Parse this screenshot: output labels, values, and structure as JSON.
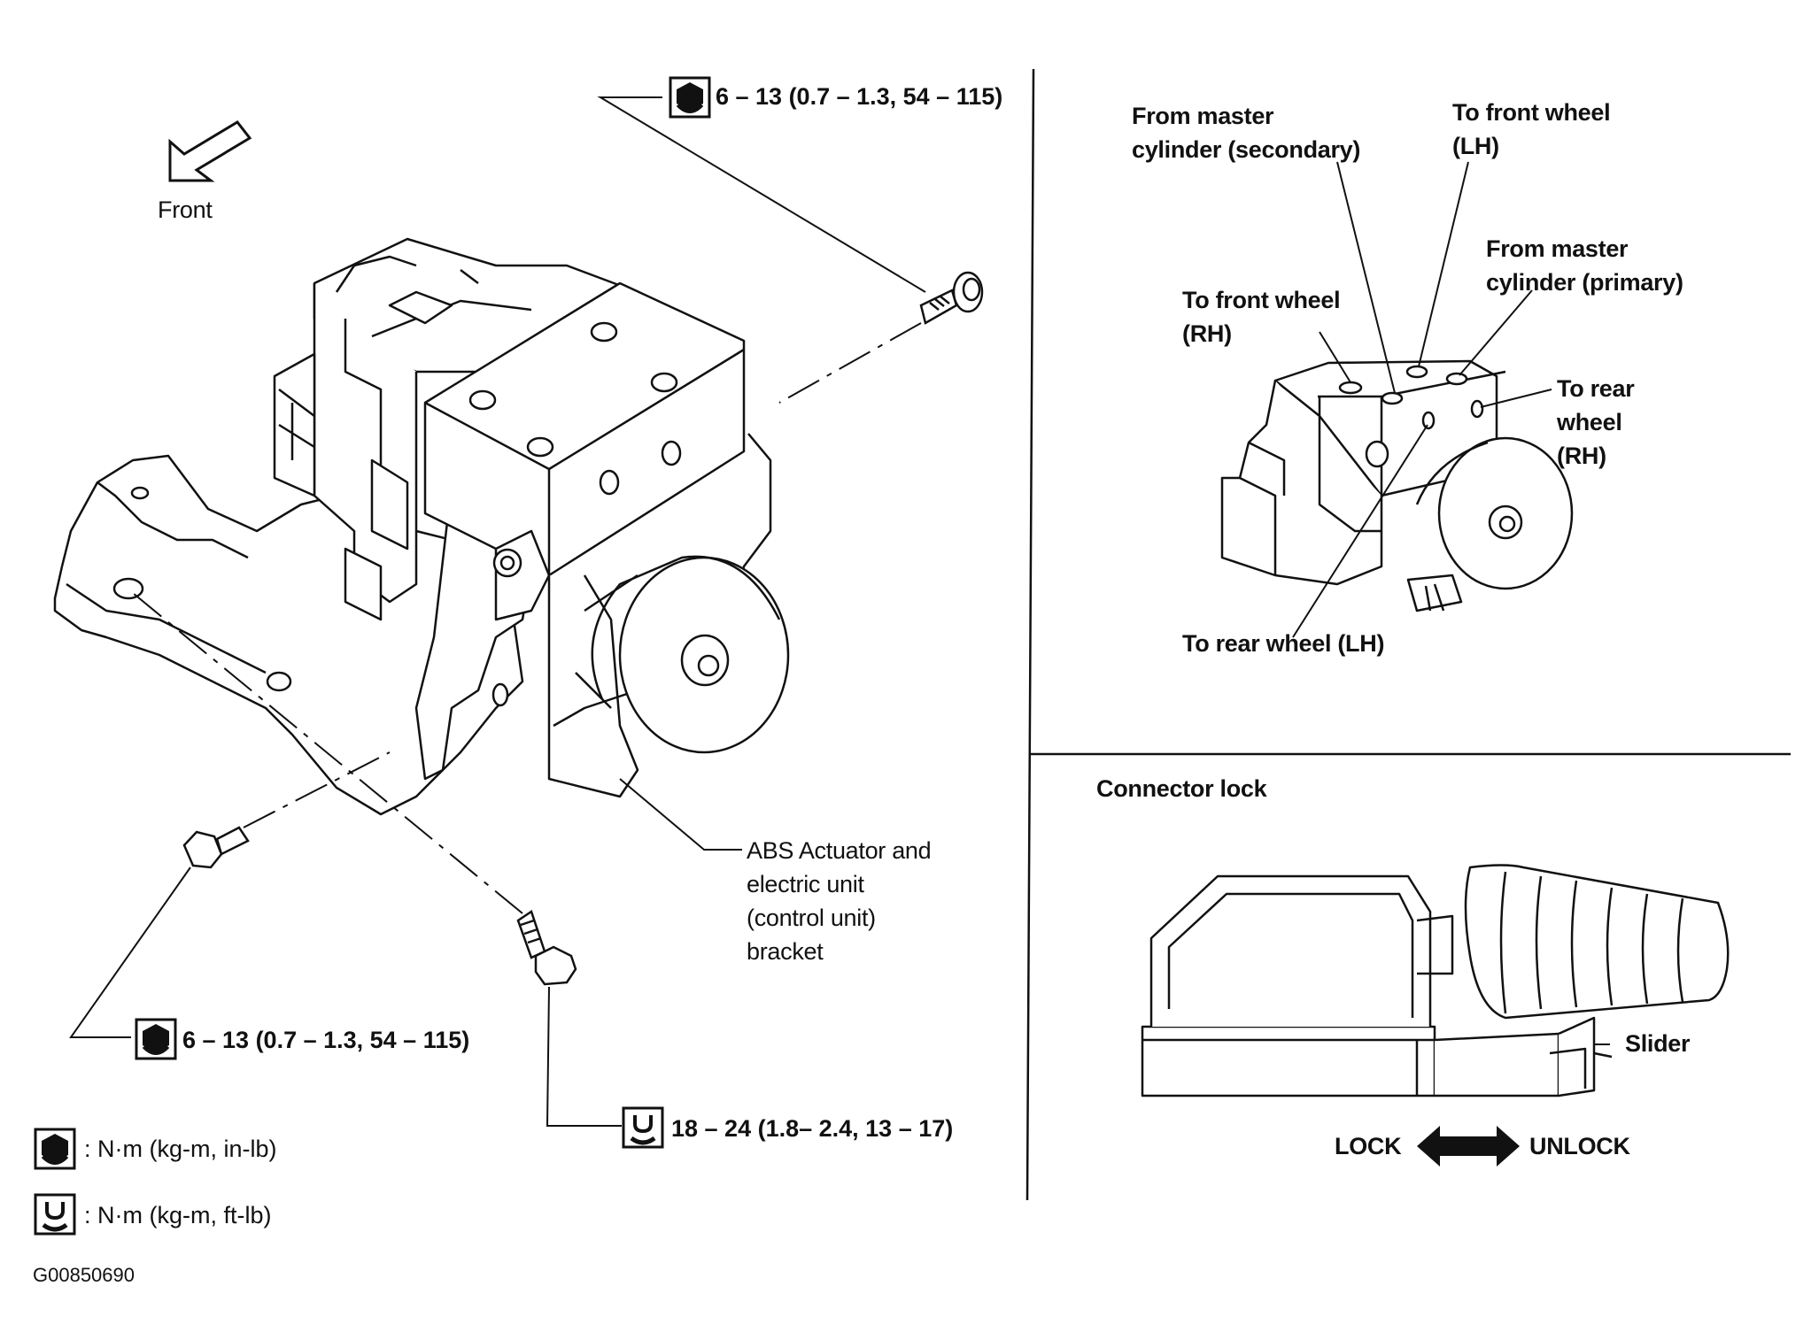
{
  "left_panel": {
    "front_label": "Front",
    "torque_top": "6 – 13 (0.7 – 1.3, 54 – 115)",
    "torque_left": "6 – 13 (0.7 – 1.3, 54 – 115)",
    "torque_bottom": "18 – 24 (1.8– 2.4, 13 – 17)",
    "actuator_label": "ABS Actuator and\nelectric unit\n(control unit)\nbracket",
    "legend": [
      {
        "icon": "nm-wrench-icon",
        "text": ": N·m (kg-m, in-lb)"
      },
      {
        "icon": "ft-wrench-icon",
        "text": ": N·m (kg-m, ft-lb)"
      }
    ],
    "figure_id": "G00850690"
  },
  "right_top_panel": {
    "labels": {
      "master_secondary": "From master\ncylinder (secondary)",
      "front_lh": "To front wheel\n(LH)",
      "master_primary": "From master\ncylinder (primary)",
      "front_rh": "To front wheel\n(RH)",
      "rear_rh": "To rear\nwheel\n(RH)",
      "rear_lh": "To rear wheel (LH)"
    }
  },
  "right_bottom_panel": {
    "title": "Connector lock",
    "slider_label": "Slider",
    "lock_label": "LOCK",
    "unlock_label": "UNLOCK"
  }
}
